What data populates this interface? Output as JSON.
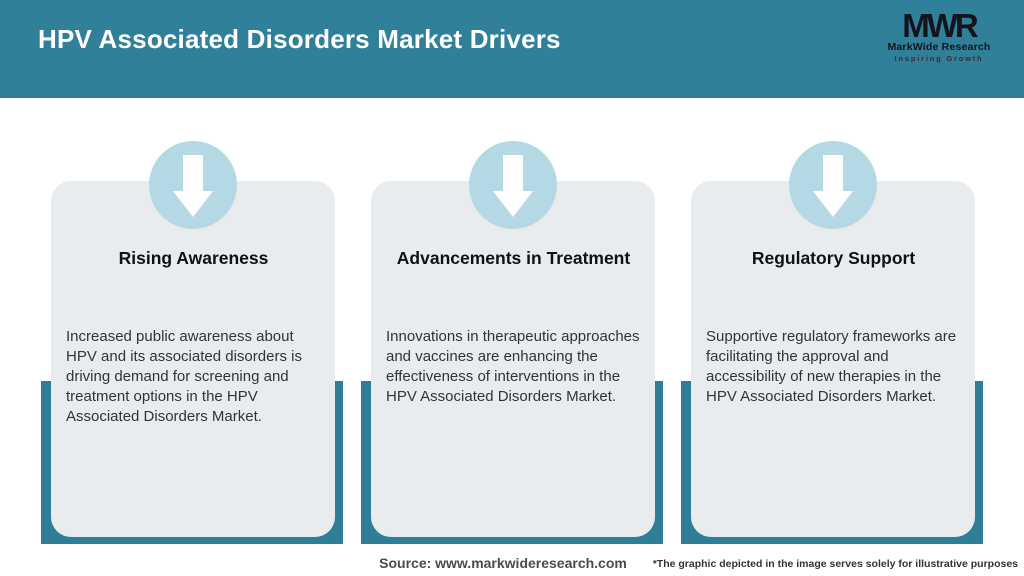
{
  "header": {
    "title": "HPV Associated Disorders Market Drivers"
  },
  "logo": {
    "acronym": "MWR",
    "name": "MarkWide Research",
    "tagline": "Inspiring Growth"
  },
  "cards": [
    {
      "icon": "down-arrow-icon",
      "title": "Rising Awareness",
      "body": "Increased public awareness about HPV and its associated disorders is driving demand for screening and treatment options in the HPV Associated Disorders Market."
    },
    {
      "icon": "down-arrow-icon",
      "title": "Advancements in Treatment",
      "body": "Innovations in therapeutic approaches and vaccines are enhancing the effectiveness of interventions in the HPV Associated Disorders Market."
    },
    {
      "icon": "down-arrow-icon",
      "title": "Regulatory Support",
      "body": "Supportive regulatory frameworks are facilitating the approval and accessibility of new therapies in the HPV Associated Disorders Market."
    }
  ],
  "footer": {
    "source": "Source: www.markwideresearch.com",
    "disclaimer": "*The graphic depicted in the image serves solely for illustrative purposes"
  },
  "colors": {
    "header_teal": "#31809A",
    "backing_teal": "#2F7E97",
    "card_bg": "#E9ECEE",
    "icon_circle_blue": "#B5D8E5",
    "logo_dark": "#14141F"
  }
}
